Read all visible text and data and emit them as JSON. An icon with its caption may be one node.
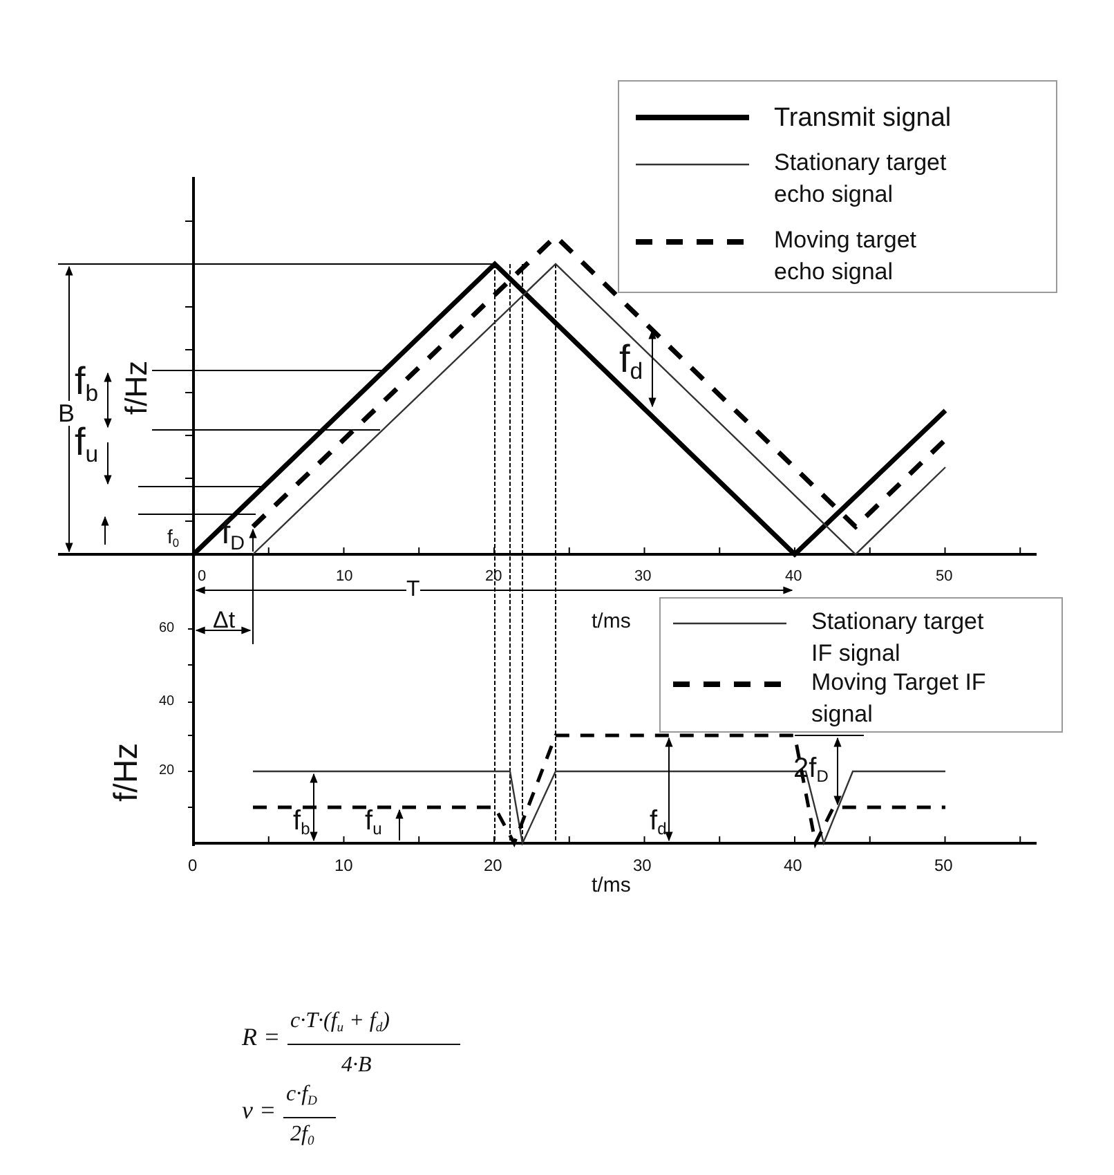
{
  "diagram": {
    "labels": [
      "f/Hz",
      "B",
      "f$_{b}$",
      "f$_{u}$",
      "f$_{0}$",
      "f$_{D}$",
      "f$_{d}$",
      "0",
      "10",
      "20",
      "30",
      "40",
      "50",
      "T",
      "Δt",
      "t/ms",
      "60",
      "40",
      "20",
      "f/Hz",
      "f$_{b}$",
      "f$_{u}$",
      "f$_{d}$",
      "2f$_{D}$",
      "0",
      "10",
      "20",
      "30",
      "40",
      "50",
      "t/ms",
      "R =",
      "c·T·(f$_{u}$ + f$_{d}$)",
      "4·B",
      "v =",
      "c·f$_{D}$",
      "2f$_{0}$"
    ],
    "legend": [
      {
        "text": "Transmit signal"
      },
      {
        "text": "Stationary target echo signal"
      },
      {
        "text": "Moving target echo signal"
      },
      {
        "text": "Stationary target IF signal"
      },
      {
        "text": "Moving Target IF signal"
      }
    ]
  }
}
